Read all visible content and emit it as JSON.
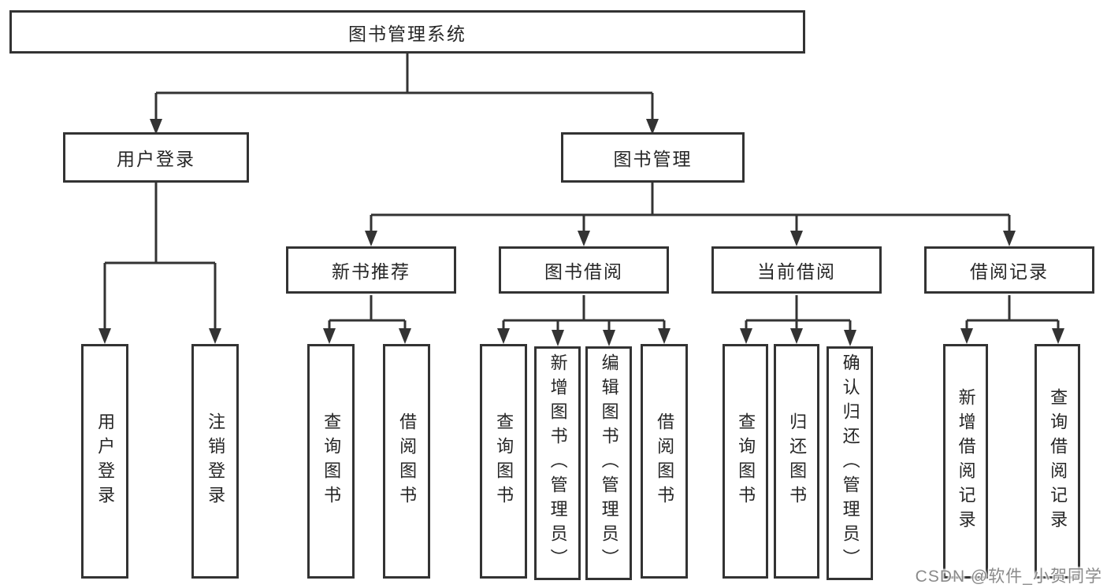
{
  "nodes": {
    "root": "图书管理系统",
    "user_login": "用户登录",
    "book_mgmt": "图书管理",
    "leaf_user_login": "用户登录",
    "leaf_logout": "注销登录",
    "new_book_rec": "新书推荐",
    "book_borrow": "图书借阅",
    "current_borrow": "当前借阅",
    "borrow_record": "借阅记录",
    "nb_query_book": "查询图书",
    "nb_borrow_book": "借阅图书",
    "bb_query_book": "查询图书",
    "bb_add_book": "新增图书（管理员）",
    "bb_edit_book": "编辑图书（管理员）",
    "bb_borrow_book": "借阅图书",
    "cb_query_book": "查询图书",
    "cb_return_book": "归还图书",
    "cb_confirm_return": "确认归还（管理员）",
    "br_add_record": "新增借阅记录",
    "br_query_record": "查询借阅记录"
  },
  "watermark": {
    "text": "CSDN @软件_小贺同学"
  },
  "colors": {
    "line": "#333333",
    "text": "#262626",
    "box_background": "#ffffff",
    "watermark": "#8a8a8a"
  }
}
